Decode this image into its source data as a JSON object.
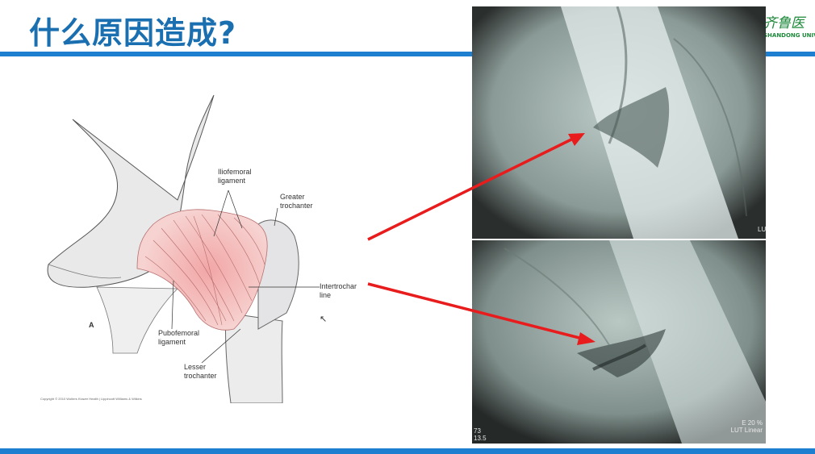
{
  "slide": {
    "title": "什么原因造成?"
  },
  "logo": {
    "chinese": "齐鲁医",
    "english": "SHANDONG UNIV"
  },
  "illustration": {
    "panel_letter": "A",
    "labels": {
      "iliofemoral": "Iliofemoral\nligament",
      "greater_trochanter": "Greater\ntrochanter",
      "intertrochanteric": "Intertrochar\nline",
      "pubofemoral": "Pubofemoral\nligament",
      "lesser_trochanter": "Lesser\ntrochanter"
    },
    "copyright": "Copyright © 2010 Wolters Kluwer Health | Lippincott Williams & Wilkins"
  },
  "xray_top": {
    "corner_text": "LU"
  },
  "xray_bottom": {
    "left_line1": "73",
    "left_line2": "13.5",
    "right_line1": "E 20 %",
    "right_line2": "LUT Linear"
  },
  "colors": {
    "title": "#1a6fb0",
    "bars": "#1e7fd0",
    "arrow": "#e81c1c",
    "logo": "#1f8a3c"
  }
}
